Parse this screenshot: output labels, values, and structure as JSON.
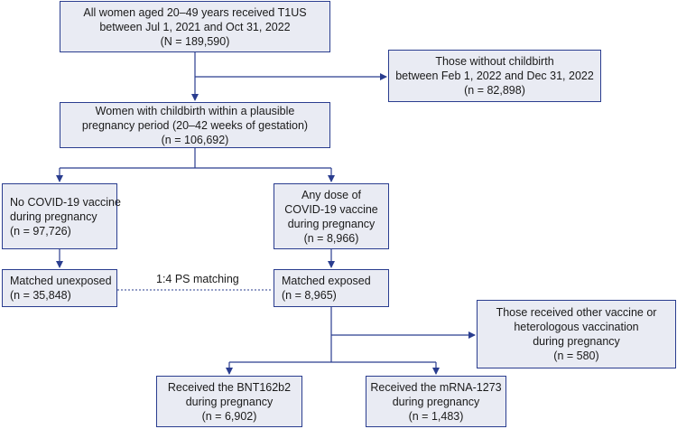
{
  "colors": {
    "box_fill": "#e9ebf3",
    "box_border": "#2a3d8f",
    "line": "#2a3d8f"
  },
  "nodes": {
    "all_women": {
      "line1": "All women aged 20–49 years received T1US",
      "line2": "between Jul 1, 2021 and Oct 31, 2022",
      "line3": "(N = 189,590)"
    },
    "no_childbirth": {
      "line1": "Those without childbirth",
      "line2": "between Feb 1, 2022 and Dec 31, 2022",
      "line3": "(n = 82,898)"
    },
    "with_childbirth": {
      "line1": "Women with childbirth within a plausible",
      "line2": "pregnancy period (20–42 weeks of gestation)",
      "line3": "(n = 106,692)"
    },
    "no_vaccine": {
      "line1": "No COVID-19 vaccine",
      "line2": "during pregnancy",
      "line3": "(n = 97,726)"
    },
    "any_vaccine": {
      "line1": "Any dose of",
      "line2": "COVID-19 vaccine",
      "line3": "during pregnancy",
      "line4": "(n = 8,966)"
    },
    "matched_unexposed": {
      "line1": "Matched unexposed",
      "line2": "(n = 35,848)"
    },
    "matched_exposed": {
      "line1": "Matched exposed",
      "line2": "(n = 8,965)"
    },
    "other_vaccine": {
      "line1": "Those received other vaccine or",
      "line2": "heterologous vaccination",
      "line3": "during pregnancy",
      "line4": "(n = 580)"
    },
    "bnt": {
      "line1": "Received the BNT162b2",
      "line2": "during pregnancy",
      "line3": "(n = 6,902)"
    },
    "mrna": {
      "line1": "Received the mRNA-1273",
      "line2": "during pregnancy",
      "line3": "(n = 1,483)"
    }
  },
  "edge_labels": {
    "ps_matching": "1:4 PS matching"
  }
}
